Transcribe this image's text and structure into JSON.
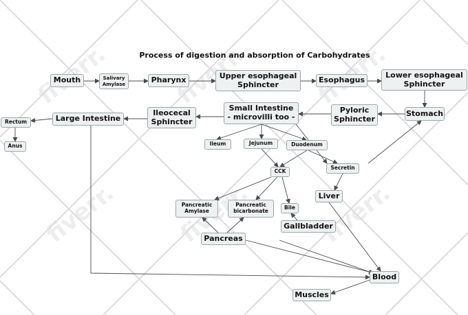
{
  "title": "Process of digestion and absorption of Carbohydrates",
  "watermark": "fiverr.",
  "nodes": {
    "mouth": "Mouth",
    "salivary_amylase": "Salivary\nAmylase",
    "pharynx": "Pharynx",
    "upper_sphincter": "Upper esophageal\nSphincter",
    "esophagus": "Esophagus",
    "lower_sphincter": "Lower esophageal\nSphincter",
    "stomach": "Stomach",
    "pyloric": "Pyloric\nSphincter",
    "small_intestine": "Small Intestine\n- microvilli too -",
    "ileocecal": "Ileocecal\nSphincter",
    "large_intestine": "Large Intestine",
    "rectum": "Rectum",
    "anus": "Anus",
    "ileum": "Ileum",
    "jejunum": "Jejunum",
    "duodenum": "Duodenum",
    "cck": "CCK",
    "secretin": "Secretin",
    "liver": "Liver",
    "bile": "Bile",
    "gallbladder": "Gallbladder",
    "pancreatic_amylase": "Pancreatic\nAmylase",
    "pancreatic_bicarbonate": "Pancreatic\nbicarbonate",
    "pancreas": "Pancreas",
    "blood": "Blood",
    "muscles": "Muscles"
  },
  "colors": {
    "node_fill": "#eef1f1",
    "node_border": "#9aa6a6",
    "edge": "#4a4a4a",
    "watermark": "#bebebe"
  }
}
